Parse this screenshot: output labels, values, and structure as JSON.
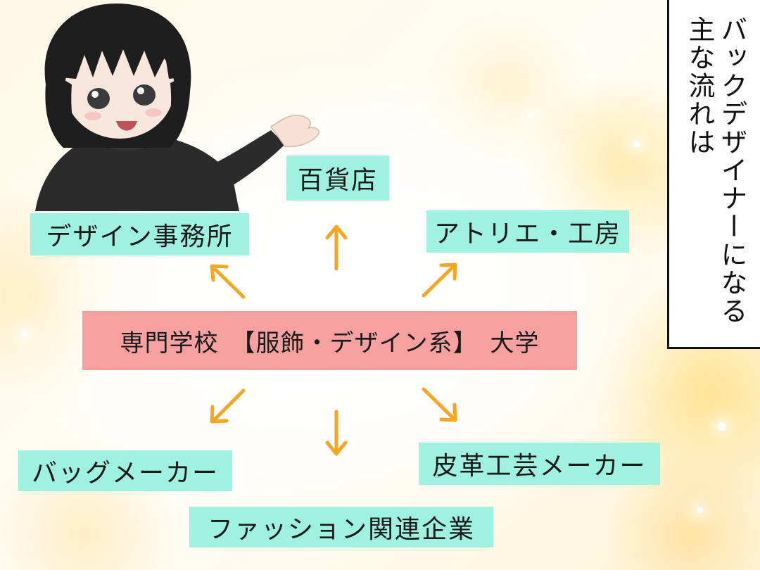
{
  "title_vertical": {
    "col1": "バックデザイナーになる",
    "col2": "主な流れは"
  },
  "center": {
    "label": "専門学校　【服飾・デザイン系】　大学",
    "color": "#f6a0a0"
  },
  "destinations": [
    {
      "label": "百貨店"
    },
    {
      "label": "デザイン事務所"
    },
    {
      "label": "アトリエ・工房"
    },
    {
      "label": "バッグメーカー"
    },
    {
      "label": "皮革工芸メーカー"
    },
    {
      "label": "ファッション関連企業"
    }
  ],
  "box_color": "#9ff1e0",
  "arrow_color": "#f5a623"
}
